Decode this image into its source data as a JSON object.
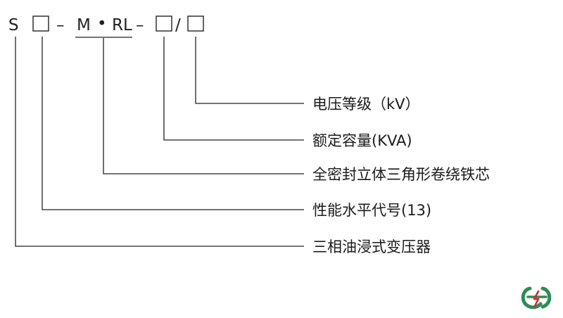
{
  "model_code": {
    "s": "S",
    "dash1": "–",
    "m": "M",
    "dot": "•",
    "rl": "RL",
    "dash2": "–",
    "slash": "/"
  },
  "labels": [
    "电压等级（kV）",
    "额定容量(KVA)",
    "全密封立体三角形卷绕铁芯",
    "性能水平代号(13)",
    "三相油浸式变压器"
  ],
  "logo": {
    "name": "company-logo",
    "colors": {
      "green": "#2e8b57",
      "red": "#d9262b"
    }
  },
  "colors": {
    "ink": "#222222",
    "background": "#ffffff"
  }
}
